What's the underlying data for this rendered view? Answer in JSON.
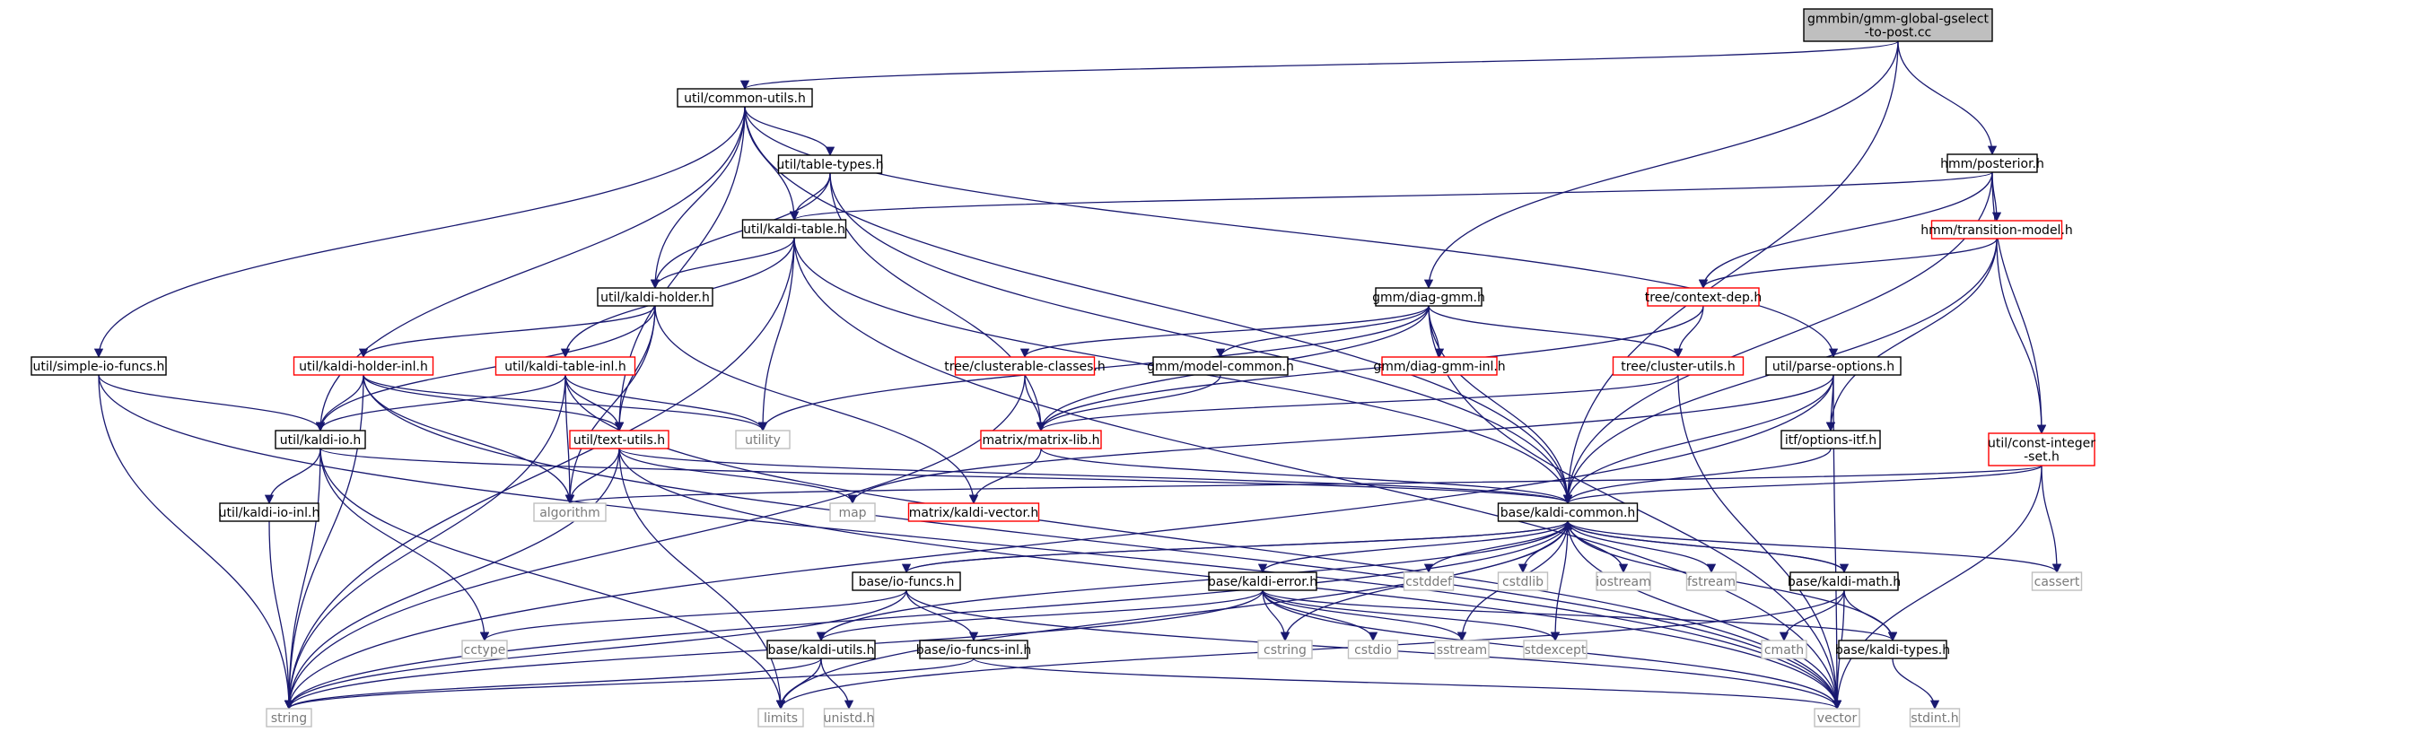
{
  "colors": {
    "edge": "#191970",
    "box_black": "#000000",
    "box_red": "#ff0000",
    "box_grey": "#bfbfbf",
    "root_fill": "#bfbfbf",
    "text": "#000000"
  },
  "nodes": [
    {
      "id": "root",
      "lines": [
        "gmmbin/gmm-global-gselect",
        "-to-post.cc"
      ],
      "style": "root"
    },
    {
      "id": "common_utils",
      "lines": [
        "util/common-utils.h"
      ],
      "style": "black"
    },
    {
      "id": "posterior",
      "lines": [
        "hmm/posterior.h"
      ],
      "style": "black"
    },
    {
      "id": "table_types",
      "lines": [
        "util/table-types.h"
      ],
      "style": "black"
    },
    {
      "id": "kaldi_table",
      "lines": [
        "util/kaldi-table.h"
      ],
      "style": "black"
    },
    {
      "id": "transition_model",
      "lines": [
        "hmm/transition-model.h"
      ],
      "style": "red"
    },
    {
      "id": "kaldi_holder",
      "lines": [
        "util/kaldi-holder.h"
      ],
      "style": "black"
    },
    {
      "id": "diag_gmm",
      "lines": [
        "gmm/diag-gmm.h"
      ],
      "style": "black"
    },
    {
      "id": "context_dep",
      "lines": [
        "tree/context-dep.h"
      ],
      "style": "red"
    },
    {
      "id": "simple_io",
      "lines": [
        "util/simple-io-funcs.h"
      ],
      "style": "black"
    },
    {
      "id": "holder_inl",
      "lines": [
        "util/kaldi-holder-inl.h"
      ],
      "style": "red"
    },
    {
      "id": "table_inl",
      "lines": [
        "util/kaldi-table-inl.h"
      ],
      "style": "red"
    },
    {
      "id": "clusterable",
      "lines": [
        "tree/clusterable-classes.h"
      ],
      "style": "red"
    },
    {
      "id": "model_common",
      "lines": [
        "gmm/model-common.h"
      ],
      "style": "black"
    },
    {
      "id": "diag_gmm_inl",
      "lines": [
        "gmm/diag-gmm-inl.h"
      ],
      "style": "red"
    },
    {
      "id": "cluster_utils",
      "lines": [
        "tree/cluster-utils.h"
      ],
      "style": "red"
    },
    {
      "id": "parse_options",
      "lines": [
        "util/parse-options.h"
      ],
      "style": "black"
    },
    {
      "id": "const_integer",
      "lines": [
        "util/const-integer",
        "-set.h"
      ],
      "style": "red"
    },
    {
      "id": "kaldi_io",
      "lines": [
        "util/kaldi-io.h"
      ],
      "style": "black"
    },
    {
      "id": "utility",
      "lines": [
        "utility"
      ],
      "style": "grey"
    },
    {
      "id": "text_utils",
      "lines": [
        "util/text-utils.h"
      ],
      "style": "red"
    },
    {
      "id": "matrix_lib",
      "lines": [
        "matrix/matrix-lib.h"
      ],
      "style": "red"
    },
    {
      "id": "options_itf",
      "lines": [
        "itf/options-itf.h"
      ],
      "style": "black"
    },
    {
      "id": "algorithm",
      "lines": [
        "algorithm"
      ],
      "style": "grey"
    },
    {
      "id": "map",
      "lines": [
        "map"
      ],
      "style": "grey"
    },
    {
      "id": "kaldi_vector",
      "lines": [
        "matrix/kaldi-vector.h"
      ],
      "style": "red"
    },
    {
      "id": "kaldi_common",
      "lines": [
        "base/kaldi-common.h"
      ],
      "style": "black"
    },
    {
      "id": "io_inl",
      "lines": [
        "util/kaldi-io-inl.h"
      ],
      "style": "black"
    },
    {
      "id": "io_funcs",
      "lines": [
        "base/io-funcs.h"
      ],
      "style": "black"
    },
    {
      "id": "kaldi_error",
      "lines": [
        "base/kaldi-error.h"
      ],
      "style": "black"
    },
    {
      "id": "cstddef",
      "lines": [
        "cstddef"
      ],
      "style": "grey"
    },
    {
      "id": "cstdlib",
      "lines": [
        "cstdlib"
      ],
      "style": "grey"
    },
    {
      "id": "iostream",
      "lines": [
        "iostream"
      ],
      "style": "grey"
    },
    {
      "id": "fstream",
      "lines": [
        "fstream"
      ],
      "style": "grey"
    },
    {
      "id": "kaldi_math",
      "lines": [
        "base/kaldi-math.h"
      ],
      "style": "black"
    },
    {
      "id": "cassert",
      "lines": [
        "cassert"
      ],
      "style": "grey"
    },
    {
      "id": "cctype",
      "lines": [
        "cctype"
      ],
      "style": "grey"
    },
    {
      "id": "cstring",
      "lines": [
        "cstring"
      ],
      "style": "grey"
    },
    {
      "id": "cstdio",
      "lines": [
        "cstdio"
      ],
      "style": "grey"
    },
    {
      "id": "sstream",
      "lines": [
        "sstream"
      ],
      "style": "grey"
    },
    {
      "id": "stdexcept",
      "lines": [
        "stdexcept"
      ],
      "style": "grey"
    },
    {
      "id": "cmath",
      "lines": [
        "cmath"
      ],
      "style": "grey"
    },
    {
      "id": "kaldi_utils",
      "lines": [
        "base/kaldi-utils.h"
      ],
      "style": "black"
    },
    {
      "id": "io_funcs_inl",
      "lines": [
        "base/io-funcs-inl.h"
      ],
      "style": "black"
    },
    {
      "id": "kaldi_types",
      "lines": [
        "base/kaldi-types.h"
      ],
      "style": "black"
    },
    {
      "id": "string",
      "lines": [
        "string"
      ],
      "style": "grey"
    },
    {
      "id": "limits",
      "lines": [
        "limits"
      ],
      "style": "grey"
    },
    {
      "id": "unistd",
      "lines": [
        "unistd.h"
      ],
      "style": "grey"
    },
    {
      "id": "vector",
      "lines": [
        "vector"
      ],
      "style": "grey"
    },
    {
      "id": "stdint",
      "lines": [
        "stdint.h"
      ],
      "style": "grey"
    }
  ],
  "edges": [
    [
      "root",
      "common_utils"
    ],
    [
      "root",
      "posterior"
    ],
    [
      "root",
      "diag_gmm"
    ],
    [
      "root",
      "kaldi_common"
    ],
    [
      "common_utils",
      "table_types"
    ],
    [
      "common_utils",
      "kaldi_table"
    ],
    [
      "common_utils",
      "kaldi_holder"
    ],
    [
      "common_utils",
      "simple_io"
    ],
    [
      "common_utils",
      "kaldi_io"
    ],
    [
      "common_utils",
      "text_utils"
    ],
    [
      "common_utils",
      "parse_options"
    ],
    [
      "common_utils",
      "kaldi_common"
    ],
    [
      "table_types",
      "kaldi_table"
    ],
    [
      "table_types",
      "kaldi_holder"
    ],
    [
      "table_types",
      "matrix_lib"
    ],
    [
      "table_types",
      "kaldi_common"
    ],
    [
      "posterior",
      "kaldi_table"
    ],
    [
      "posterior",
      "transition_model"
    ],
    [
      "posterior",
      "context_dep"
    ],
    [
      "posterior",
      "const_integer"
    ],
    [
      "posterior",
      "kaldi_common"
    ],
    [
      "kaldi_table",
      "kaldi_holder"
    ],
    [
      "kaldi_table",
      "table_inl"
    ],
    [
      "kaldi_table",
      "utility"
    ],
    [
      "kaldi_table",
      "string"
    ],
    [
      "kaldi_table",
      "vector"
    ],
    [
      "kaldi_table",
      "kaldi_common"
    ],
    [
      "transition_model",
      "context_dep"
    ],
    [
      "transition_model",
      "const_integer"
    ],
    [
      "transition_model",
      "options_itf"
    ],
    [
      "transition_model",
      "kaldi_common"
    ],
    [
      "kaldi_holder",
      "holder_inl"
    ],
    [
      "kaldi_holder",
      "kaldi_io"
    ],
    [
      "kaldi_holder",
      "text_utils"
    ],
    [
      "kaldi_holder",
      "kaldi_vector"
    ],
    [
      "kaldi_holder",
      "algorithm"
    ],
    [
      "diag_gmm",
      "clusterable"
    ],
    [
      "diag_gmm",
      "model_common"
    ],
    [
      "diag_gmm",
      "diag_gmm_inl"
    ],
    [
      "diag_gmm",
      "cluster_utils"
    ],
    [
      "diag_gmm",
      "matrix_lib"
    ],
    [
      "diag_gmm",
      "utility"
    ],
    [
      "diag_gmm",
      "vector"
    ],
    [
      "diag_gmm",
      "kaldi_common"
    ],
    [
      "context_dep",
      "cluster_utils"
    ],
    [
      "context_dep",
      "matrix_lib"
    ],
    [
      "simple_io",
      "kaldi_io"
    ],
    [
      "simple_io",
      "string"
    ],
    [
      "simple_io",
      "vector"
    ],
    [
      "holder_inl",
      "kaldi_io"
    ],
    [
      "holder_inl",
      "text_utils"
    ],
    [
      "holder_inl",
      "algorithm"
    ],
    [
      "holder_inl",
      "string"
    ],
    [
      "holder_inl",
      "utility"
    ],
    [
      "holder_inl",
      "vector"
    ],
    [
      "table_inl",
      "kaldi_io"
    ],
    [
      "table_inl",
      "text_utils"
    ],
    [
      "table_inl",
      "algorithm"
    ],
    [
      "table_inl",
      "utility"
    ],
    [
      "table_inl",
      "string"
    ],
    [
      "table_inl",
      "vector"
    ],
    [
      "clusterable",
      "matrix_lib"
    ],
    [
      "clusterable",
      "string"
    ],
    [
      "model_common",
      "matrix_lib"
    ],
    [
      "cluster_utils",
      "matrix_lib"
    ],
    [
      "cluster_utils",
      "vector"
    ],
    [
      "parse_options",
      "options_itf"
    ],
    [
      "parse_options",
      "map"
    ],
    [
      "parse_options",
      "string"
    ],
    [
      "parse_options",
      "vector"
    ],
    [
      "parse_options",
      "kaldi_common"
    ],
    [
      "const_integer",
      "algorithm"
    ],
    [
      "const_integer",
      "cassert"
    ],
    [
      "const_integer",
      "vector"
    ],
    [
      "const_integer",
      "kaldi_common"
    ],
    [
      "kaldi_io",
      "io_inl"
    ],
    [
      "kaldi_io",
      "cctype"
    ],
    [
      "kaldi_io",
      "limits"
    ],
    [
      "kaldi_io",
      "string"
    ],
    [
      "kaldi_io",
      "kaldi_common"
    ],
    [
      "text_utils",
      "algorithm"
    ],
    [
      "text_utils",
      "map"
    ],
    [
      "text_utils",
      "limits"
    ],
    [
      "text_utils",
      "string"
    ],
    [
      "text_utils",
      "vector"
    ],
    [
      "text_utils",
      "kaldi_common"
    ],
    [
      "matrix_lib",
      "kaldi_vector"
    ],
    [
      "matrix_lib",
      "kaldi_common"
    ],
    [
      "options_itf",
      "kaldi_common"
    ],
    [
      "io_inl",
      "string"
    ],
    [
      "kaldi_common",
      "io_funcs"
    ],
    [
      "kaldi_common",
      "kaldi_error"
    ],
    [
      "kaldi_common",
      "kaldi_math"
    ],
    [
      "kaldi_common",
      "kaldi_utils"
    ],
    [
      "kaldi_common",
      "kaldi_types"
    ],
    [
      "kaldi_common",
      "cstddef"
    ],
    [
      "kaldi_common",
      "cstdlib"
    ],
    [
      "kaldi_common",
      "iostream"
    ],
    [
      "kaldi_common",
      "fstream"
    ],
    [
      "kaldi_common",
      "stdexcept"
    ],
    [
      "kaldi_common",
      "cassert"
    ],
    [
      "kaldi_common",
      "cstring"
    ],
    [
      "kaldi_common",
      "sstream"
    ],
    [
      "kaldi_common",
      "limits"
    ],
    [
      "kaldi_common",
      "string"
    ],
    [
      "kaldi_common",
      "vector"
    ],
    [
      "io_funcs",
      "kaldi_common"
    ],
    [
      "io_funcs",
      "io_funcs_inl"
    ],
    [
      "io_funcs",
      "cctype"
    ],
    [
      "io_funcs",
      "string"
    ],
    [
      "io_funcs",
      "vector"
    ],
    [
      "kaldi_error",
      "kaldi_types"
    ],
    [
      "kaldi_error",
      "kaldi_utils"
    ],
    [
      "kaldi_error",
      "cstring"
    ],
    [
      "kaldi_error",
      "cstdio"
    ],
    [
      "kaldi_error",
      "sstream"
    ],
    [
      "kaldi_error",
      "stdexcept"
    ],
    [
      "kaldi_error",
      "string"
    ],
    [
      "kaldi_error",
      "vector"
    ],
    [
      "kaldi_math",
      "kaldi_common"
    ],
    [
      "kaldi_math",
      "kaldi_types"
    ],
    [
      "kaldi_math",
      "cmath"
    ],
    [
      "kaldi_math",
      "limits"
    ],
    [
      "kaldi_math",
      "vector"
    ],
    [
      "kaldi_utils",
      "limits"
    ],
    [
      "kaldi_utils",
      "unistd"
    ],
    [
      "kaldi_utils",
      "string"
    ],
    [
      "io_funcs_inl",
      "string"
    ],
    [
      "io_funcs_inl",
      "vector"
    ],
    [
      "kaldi_types",
      "stdint"
    ]
  ]
}
